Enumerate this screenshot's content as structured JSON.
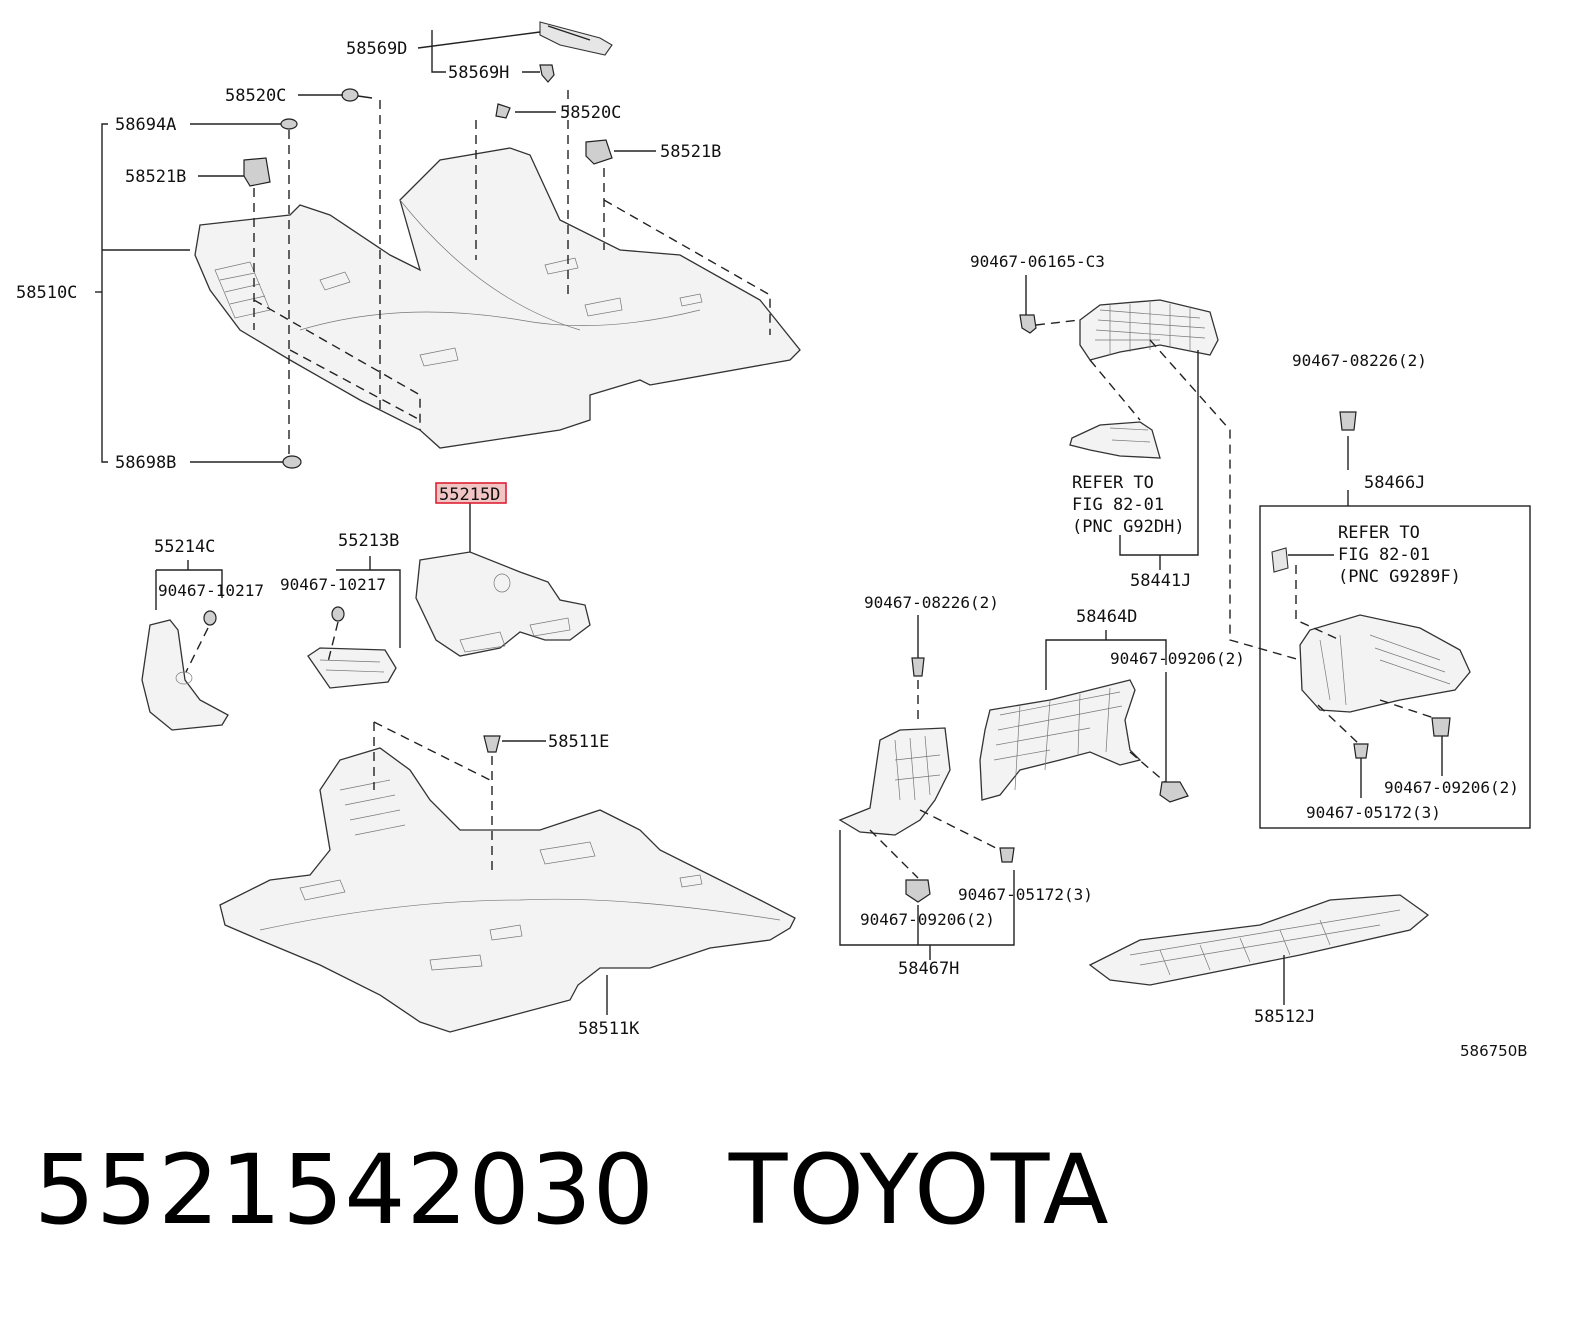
{
  "callouts": {
    "c58569D": "58569D",
    "c58569H": "58569H",
    "c58520C_a": "58520C",
    "c58520C_b": "58520C",
    "c58694A": "58694A",
    "c58521B_a": "58521B",
    "c58521B_b": "58521B",
    "c58510C": "58510C",
    "c58698B": "58698B",
    "c55215D": "55215D",
    "c55214C": "55214C",
    "c55213B": "55213B",
    "c90467_10217_a": "90467-10217",
    "c90467_10217_b": "90467-10217",
    "c58511E": "58511E",
    "c58511K": "58511K",
    "c90467_06165": "90467-06165-C3",
    "c58441J": "58441J",
    "c90467_08226_a": "90467-08226(2)",
    "c90467_08226_b": "90467-08226(2)",
    "c58466J": "58466J",
    "c58464D": "58464D",
    "c90467_09206_a": "90467-09206(2)",
    "c90467_09206_b": "90467-09206(2)",
    "c90467_09206_c": "90467-09206(2)",
    "c90467_05172_a": "90467-05172(3)",
    "c90467_05172_b": "90467-05172(3)",
    "c58467H": "58467H",
    "c58512J": "58512J"
  },
  "refer_notes": {
    "refer1_line1": "REFER TO",
    "refer1_line2": "FIG 82-01",
    "refer1_line3": "(PNC G92DH)",
    "refer2_line1": "REFER TO",
    "refer2_line2": "FIG 82-01",
    "refer2_line3": "(PNC G9289F)"
  },
  "diagram_code": "586750B",
  "highlighted_part": "55215D",
  "caption": {
    "part_number": "5521542030",
    "brand": "TOYOTA"
  },
  "colors": {
    "highlight_fill": "#f2c4c4",
    "highlight_stroke": "#d23"
  }
}
